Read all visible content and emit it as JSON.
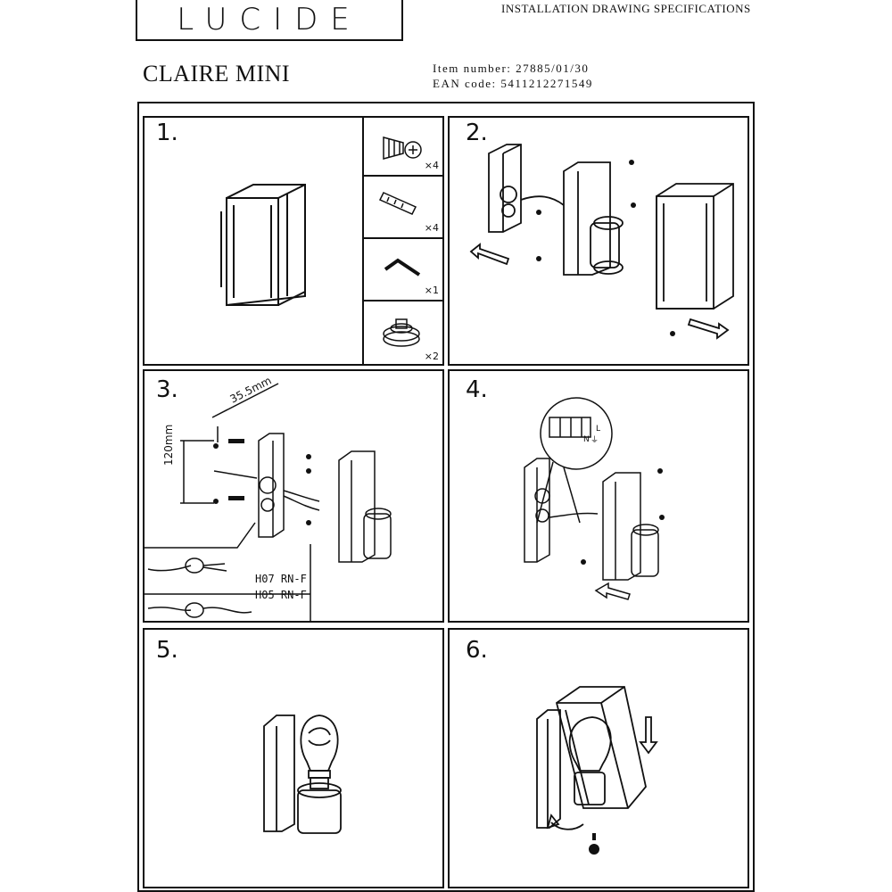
{
  "header": {
    "logo_text": "LUCIDE",
    "doc_title": "INSTALLATION DRAWING SPECIFICATIONS",
    "product_name": "CLAIRE MINI",
    "item_number": "Item number: 27885/01/30",
    "ean_code": "EAN code: 5411212271549"
  },
  "panels": [
    {
      "step": "1.",
      "parts": [
        {
          "icon": "wall-plug-screw-icon",
          "qty": "×4"
        },
        {
          "icon": "wall-anchor-icon",
          "qty": "×4"
        },
        {
          "icon": "allen-key-icon",
          "qty": "×1"
        },
        {
          "icon": "cable-grommet-icon",
          "qty": "×2"
        }
      ]
    },
    {
      "step": "2."
    },
    {
      "step": "3.",
      "dim_horizontal": "35.5mm",
      "dim_vertical": "120mm",
      "cable_h07": "H07 RN-F",
      "cable_h05": "H05 RN-F"
    },
    {
      "step": "4.",
      "terminal_labels": [
        "L",
        "N",
        "⏚"
      ]
    },
    {
      "step": "5."
    },
    {
      "step": "6."
    }
  ]
}
